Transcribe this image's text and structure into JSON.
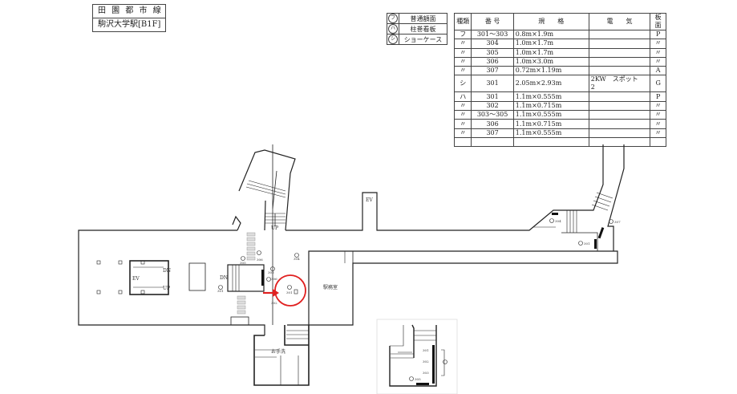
{
  "title": {
    "line": "田 園 都 市 線",
    "station": "駒沢大学駅[B1F]"
  },
  "legend": [
    {
      "symbol": "フ",
      "label": "普通額面"
    },
    {
      "symbol": "ハ",
      "label": "柱巻看板"
    },
    {
      "symbol": "シ",
      "label": "ショーケース"
    }
  ],
  "spec_table": {
    "headers": [
      "種類",
      "番 号",
      "規　　格",
      "電　　気",
      "板面"
    ],
    "rows": [
      [
        "フ",
        "301〜303",
        "0.8m×1.9m",
        "",
        "P"
      ],
      [
        "〃",
        "304",
        "1.0m×1.7m",
        "",
        "〃"
      ],
      [
        "〃",
        "305",
        "1.0m×1.7m",
        "",
        "〃"
      ],
      [
        "〃",
        "306",
        "1.0m×3.0m",
        "",
        "〃"
      ],
      [
        "〃",
        "307",
        "0.72m×1.19m",
        "",
        "A"
      ],
      [
        "シ",
        "301",
        "2.05m×2.93m",
        "2KW　スポット　　2",
        "G"
      ],
      [
        "ハ",
        "301",
        "1.1m×0.555m",
        "",
        "P"
      ],
      [
        "〃",
        "302",
        "1.1m×0.715m",
        "",
        "〃"
      ],
      [
        "〃",
        "303〜305",
        "1.1m×0.555m",
        "",
        "〃"
      ],
      [
        "〃",
        "306",
        "1.1m×0.715m",
        "",
        "〃"
      ],
      [
        "〃",
        "307",
        "1.1m×0.555m",
        "",
        "〃"
      ],
      [
        "",
        "",
        "",
        "",
        ""
      ]
    ]
  },
  "plan": {
    "labels": {
      "ev_top": "EV",
      "ev_left": "EV",
      "dn_left": "DN",
      "up_left": "UP",
      "up_top": "UP",
      "dn_center": "DN",
      "office": "駅務室",
      "toilet": "お手洗"
    },
    "ad_numbers": {
      "a305": "305",
      "a306a": "306",
      "a303": "303",
      "a304": "304",
      "a306b": "306",
      "a301": "301",
      "a302": "302",
      "a301c": "301",
      "r304": "304",
      "r307": "307",
      "r301": "301",
      "i301": "301",
      "i302": "302",
      "i303": "303",
      "i305": "305"
    },
    "highlight_color": "#e02020"
  }
}
